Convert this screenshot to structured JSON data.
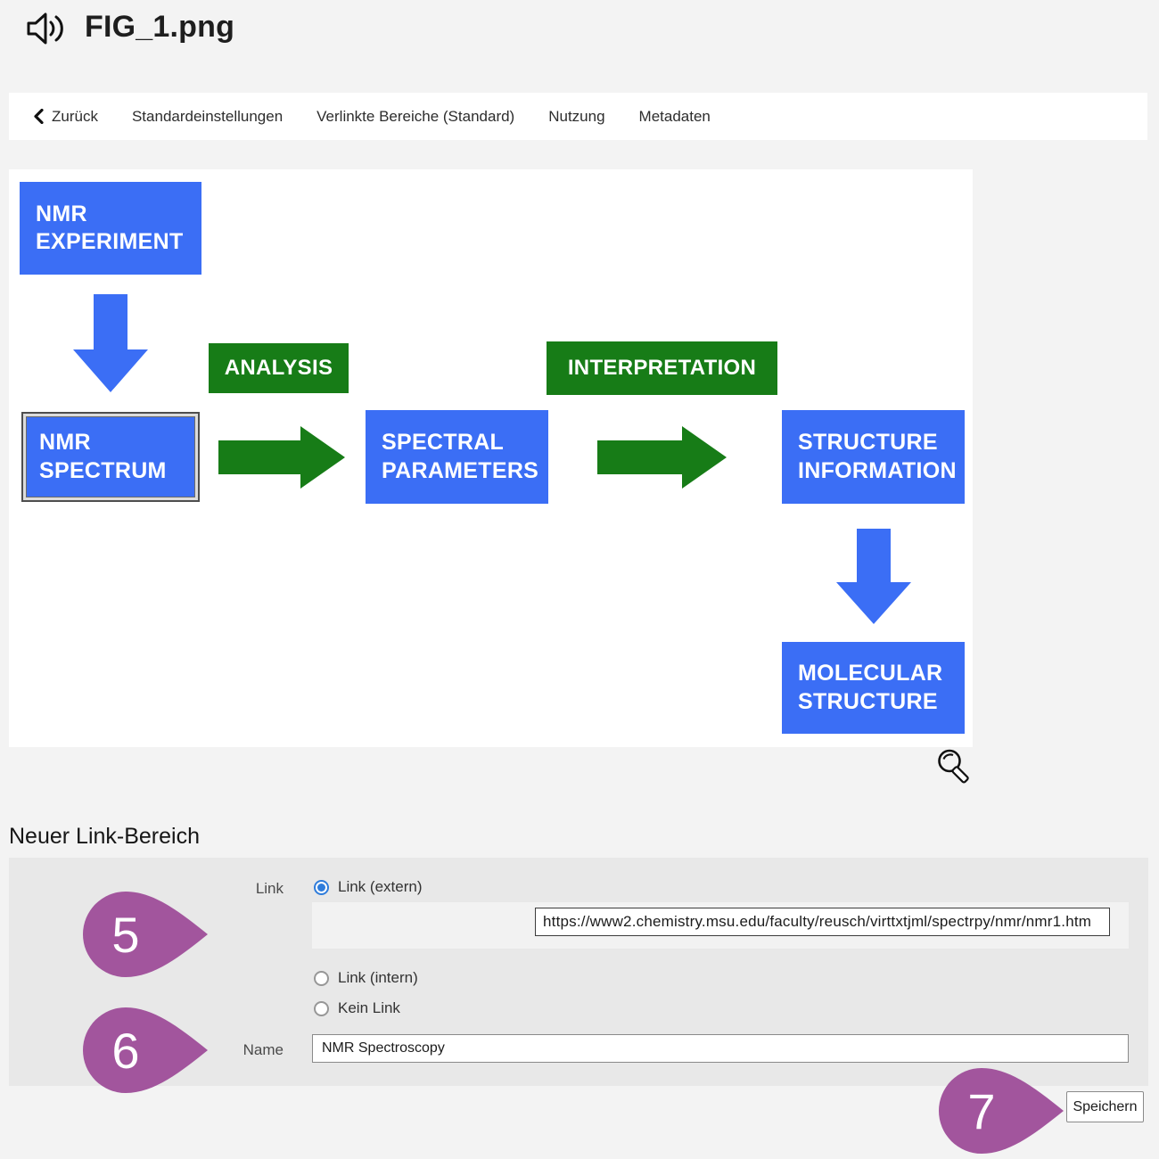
{
  "header": {
    "title": "FIG_1.png"
  },
  "navbar": {
    "items": [
      "Zurück",
      "Standardeinstellungen",
      "Verlinkte Bereiche (Standard)",
      "Nutzung",
      "Metadaten"
    ]
  },
  "diagram": {
    "boxes": {
      "nmr_experiment": "NMR\nEXPERIMENT",
      "analysis": "ANALYSIS",
      "nmr_spectrum": "NMR\nSPECTRUM",
      "spectral_parameters": "SPECTRAL\nPARAMETERS",
      "interpretation": "INTERPRETATION",
      "structure_information": "STRUCTURE\nINFORMATION",
      "molecular_structure": "MOLECULAR\nSTRUCTURE"
    },
    "selected_region": "nmr_spectrum",
    "colors": {
      "process_box_blue": "#3b6ef5",
      "action_box_green": "#177c17"
    }
  },
  "link_form": {
    "heading": "Neuer Link-Bereich",
    "link_label": "Link",
    "options": {
      "extern": "Link (extern)",
      "intern": "Link (intern)",
      "none": "Kein Link"
    },
    "selected_option": "Link (extern)",
    "url_value": "https://www2.chemistry.msu.edu/faculty/reusch/virttxtjml/spectrpy/nmr/nmr1.htm",
    "name_label": "Name",
    "name_value": "NMR Spectroscopy",
    "save_label": "Speichern"
  },
  "markers": {
    "m5": "5",
    "m6": "6",
    "m7": "7",
    "color": "#a2559d"
  }
}
